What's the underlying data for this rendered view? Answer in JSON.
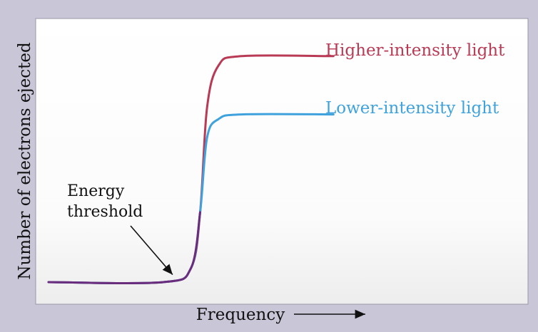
{
  "chart_data": {
    "type": "line",
    "title": "",
    "xlabel": "Frequency",
    "ylabel": "Number of electrons ejected",
    "grid": false,
    "series": [
      {
        "name": "Higher-intensity light",
        "color": "#b83a55",
        "points": [
          [
            0.0,
            0.0
          ],
          [
            0.25,
            0.0
          ],
          [
            0.31,
            0.06
          ],
          [
            0.33,
            0.3
          ],
          [
            0.345,
            0.75
          ],
          [
            0.37,
            0.93
          ],
          [
            0.42,
            0.97
          ],
          [
            0.62,
            0.97
          ]
        ]
      },
      {
        "name": "Lower-intensity light",
        "color": "#3fa2dd",
        "points": [
          [
            0.0,
            0.0
          ],
          [
            0.25,
            0.0
          ],
          [
            0.31,
            0.06
          ],
          [
            0.33,
            0.3
          ],
          [
            0.345,
            0.62
          ],
          [
            0.37,
            0.7
          ],
          [
            0.42,
            0.72
          ],
          [
            0.62,
            0.72
          ]
        ]
      }
    ],
    "shared_segment_color": "#6a2d7e",
    "annotations": [
      {
        "text_lines": [
          "Energy",
          "threshold"
        ],
        "arrow_target": [
          0.27,
          0.02
        ]
      }
    ],
    "x_arrow": true
  }
}
